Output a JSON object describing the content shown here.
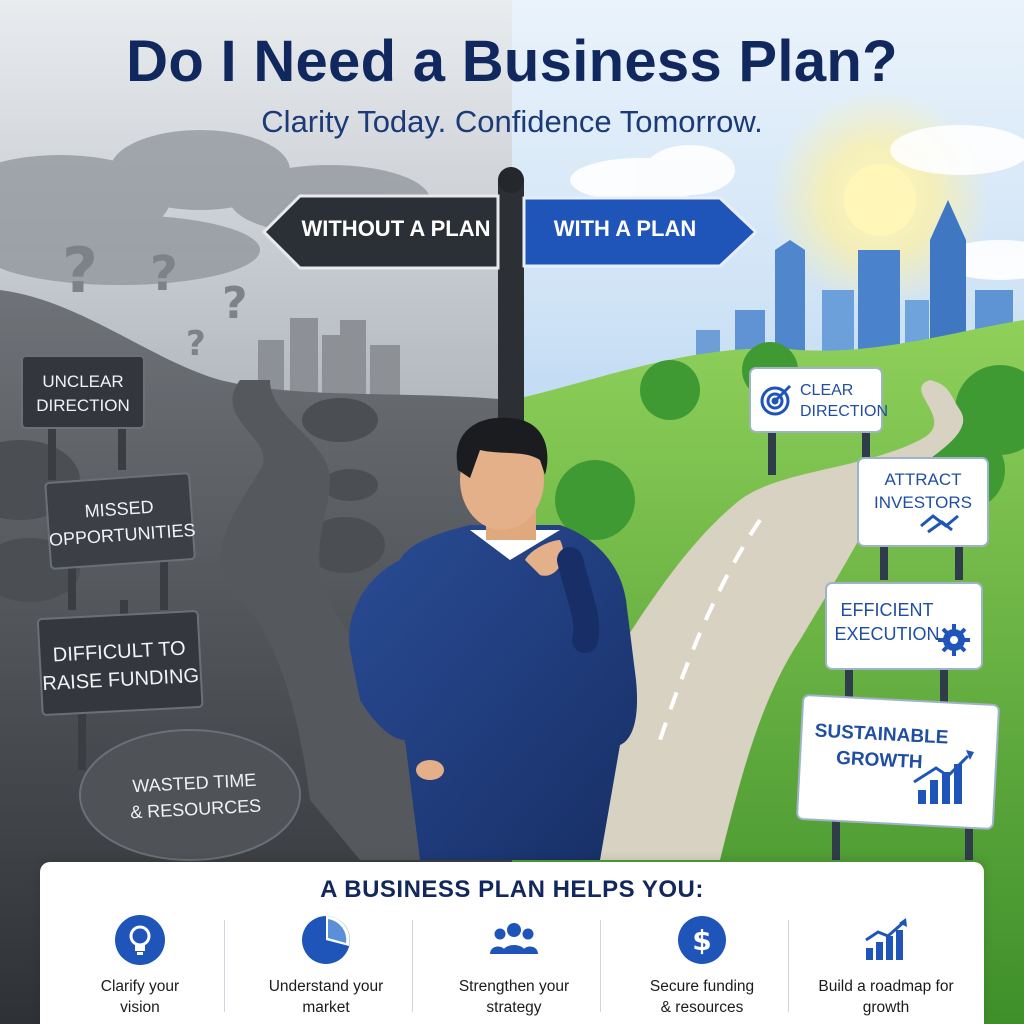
{
  "header": {
    "title": "Do I Need a Business Plan?",
    "subtitle": "Clarity Today. Confidence Tomorrow."
  },
  "signpost": {
    "left_label": "WITHOUT A PLAN",
    "right_label": "WITH A PLAN"
  },
  "without_plan_signs": [
    {
      "line1": "UNCLEAR",
      "line2": "DIRECTION"
    },
    {
      "line1": "MISSED",
      "line2": "OPPORTUNITIES"
    },
    {
      "line1": "DIFFICULT TO",
      "line2": "RAISE FUNDING"
    },
    {
      "line1": "WASTED TIME",
      "line2": "& RESOURCES"
    }
  ],
  "with_plan_signs": [
    {
      "line1": "CLEAR",
      "line2": "DIRECTION",
      "icon": "target-icon"
    },
    {
      "line1": "ATTRACT",
      "line2": "INVESTORS",
      "icon": "handshake-icon"
    },
    {
      "line1": "EFFICIENT",
      "line2": "EXECUTION",
      "icon": "gear-icon"
    },
    {
      "line1": "SUSTAINABLE",
      "line2": "GROWTH",
      "icon": "growth-chart-icon"
    }
  ],
  "panel": {
    "heading": "A BUSINESS PLAN HELPS YOU:",
    "items": [
      {
        "line1": "Clarify your",
        "line2": "vision",
        "icon": "lightbulb-icon"
      },
      {
        "line1": "Understand your",
        "line2": "market",
        "icon": "pie-chart-icon"
      },
      {
        "line1": "Strengthen your",
        "line2": "strategy",
        "icon": "team-icon"
      },
      {
        "line1": "Secure funding",
        "line2": "& resources",
        "icon": "dollar-icon"
      },
      {
        "line1": "Build a roadmap for",
        "line2": "growth",
        "icon": "bar-growth-icon"
      }
    ]
  },
  "colors": {
    "title": "#11285e",
    "accent_blue": "#1f55b8",
    "dark_sign": "#2b2f36",
    "grass": "#5aa83a"
  }
}
